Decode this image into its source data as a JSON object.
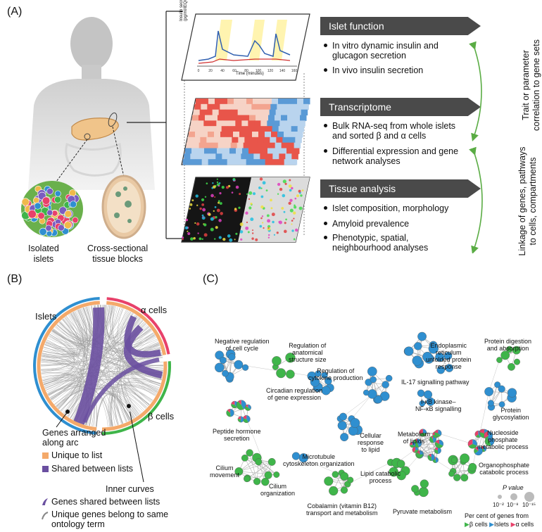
{
  "panels": {
    "a": "(A)",
    "b": "(B)",
    "c": "(C)"
  },
  "panel_a": {
    "isolated_islets": "Isolated\nislets",
    "cross_sectional": "Cross-sectional\ntissue blocks",
    "plot_ylabel": "Insulin secretion (pg/ml/IEQ/min)",
    "plot_xlabel": "Time (minutes)",
    "plot_ticks": [
      "0",
      "20",
      "40",
      "60",
      "80",
      "100",
      "120",
      "140",
      "160"
    ],
    "sections": [
      {
        "title": "Islet function",
        "bullets": [
          "In vitro dynamic insulin and glucagon secretion",
          "In vivo insulin secretion"
        ]
      },
      {
        "title": "Transcriptome",
        "bullets": [
          "Bulk RNA-seq from whole islets and sorted β and α cells",
          "Differential expression and gene network analyses"
        ]
      },
      {
        "title": "Tissue analysis",
        "bullets": [
          "Islet composition, morphology",
          "Amyloid prevalence",
          "Phenotypic, spatial, neighbourhood analyses"
        ]
      }
    ],
    "side_labels": {
      "top": "Trait or parameter\ncorrelation to gene sets",
      "bottom": "Linkage of genes, pathways\nto cells, compartments"
    }
  },
  "panel_b": {
    "arc_labels": {
      "islets": "Islets",
      "alpha": "α cells",
      "beta": "β cells"
    },
    "genes_arranged": "Genes arranged\nalong arc",
    "legend": [
      {
        "label": "Unique to list",
        "color": "#f4a96a"
      },
      {
        "label": "Shared between lists",
        "color": "#6a4fa0"
      }
    ],
    "inner_curves": "Inner curves",
    "curve_legend": [
      {
        "label": "Genes shared between lists",
        "color": "#6a4fa0"
      },
      {
        "label": "Unique genes belong to same\nontology term",
        "color": "#999999"
      }
    ],
    "arc_colors": {
      "islets": "#2f8fd0",
      "alpha": "#e8416a",
      "beta": "#3fb54a"
    }
  },
  "panel_c": {
    "terms": [
      "Negative regulation\nof cell cycle",
      "Regulation of\nanatomical\nstructure size",
      "Regulation of\ncytokine production",
      "Endoplasmic\nreticulum\nunfolded protein\nresponse",
      "Protein digestion\nand absorption",
      "IL-17 signalling pathway",
      "Circadian regulation\nof gene expression",
      "I-κB kinase–\nNF-κB signalling",
      "Protein\nglycosylation",
      "Peptide hormone\nsecretion",
      "Cellular\nresponse\nto lipid",
      "Metabolism\nof lipids",
      "Nucleoside\nphosphate\nmetabolic process",
      "Microtubule\ncytoskeleton organization",
      "Organophosphate\ncatabolic process",
      "Cilium\nmovement",
      "Lipid catabolic\nprocess",
      "Cilium\norganization",
      "Cobalamin (vitamin B12)\ntransport and metabolism",
      "Pyruvate metabolism"
    ],
    "pvalue_title": "P value",
    "pvalue_ticks": [
      "10⁻²",
      "10⁻⁸",
      "10⁻¹⁵"
    ],
    "per_cent_label": "Per cent of genes from",
    "legend": [
      {
        "label": "β cells",
        "color": "#3fb54a"
      },
      {
        "label": "Islets",
        "color": "#2f8fd0"
      },
      {
        "label": "α cells",
        "color": "#e8416a"
      }
    ]
  }
}
